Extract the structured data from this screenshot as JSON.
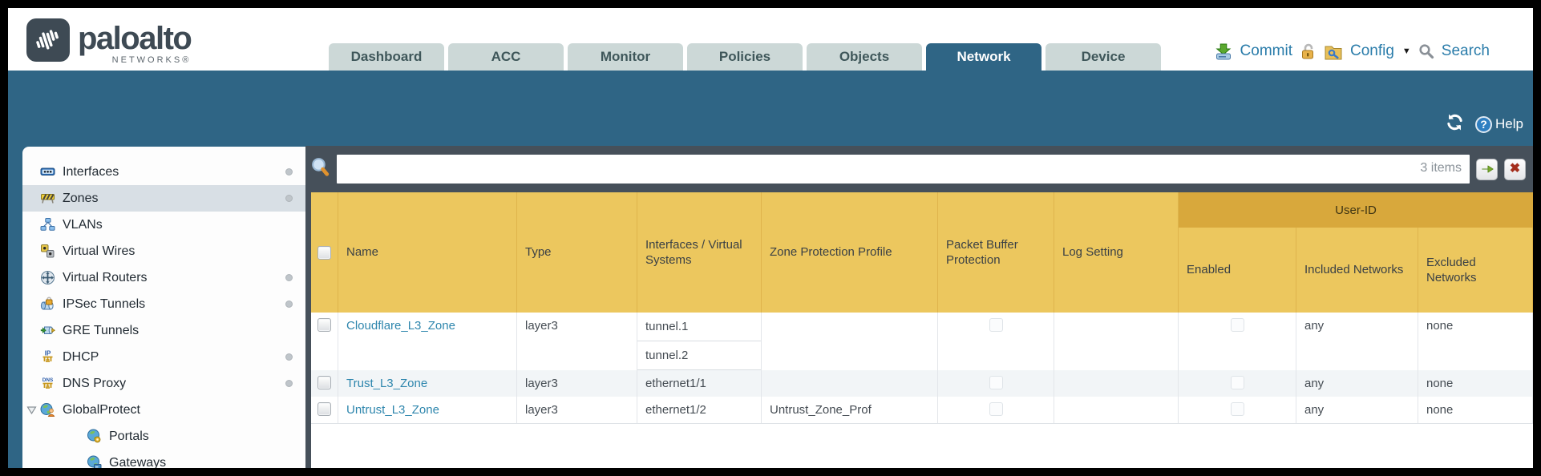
{
  "brand": {
    "name": "paloalto",
    "sub": "NETWORKS®"
  },
  "tabs": [
    {
      "label": "Dashboard",
      "active": false
    },
    {
      "label": "ACC",
      "active": false
    },
    {
      "label": "Monitor",
      "active": false
    },
    {
      "label": "Policies",
      "active": false
    },
    {
      "label": "Objects",
      "active": false
    },
    {
      "label": "Network",
      "active": true
    },
    {
      "label": "Device",
      "active": false
    }
  ],
  "toolbar": {
    "commit": "Commit",
    "config": "Config",
    "search": "Search"
  },
  "band": {
    "help": "Help"
  },
  "sidebar": {
    "items": [
      {
        "label": "Interfaces",
        "icon": "interfaces",
        "dot": true
      },
      {
        "label": "Zones",
        "icon": "zones",
        "dot": true,
        "selected": true
      },
      {
        "label": "VLANs",
        "icon": "vlans"
      },
      {
        "label": "Virtual Wires",
        "icon": "virtual-wires"
      },
      {
        "label": "Virtual Routers",
        "icon": "virtual-routers",
        "dot": true
      },
      {
        "label": "IPSec Tunnels",
        "icon": "ipsec-tunnels",
        "dot": true
      },
      {
        "label": "GRE Tunnels",
        "icon": "gre-tunnels"
      },
      {
        "label": "DHCP",
        "icon": "dhcp",
        "dot": true
      },
      {
        "label": "DNS Proxy",
        "icon": "dns-proxy",
        "dot": true
      },
      {
        "label": "GlobalProtect",
        "icon": "globalprotect",
        "expander": true
      },
      {
        "label": "Portals",
        "icon": "portals",
        "child": true
      },
      {
        "label": "Gateways",
        "icon": "gateways",
        "child": true
      }
    ]
  },
  "filter": {
    "value": "",
    "count": "3 items"
  },
  "table": {
    "group_header": "User-ID",
    "columns": [
      "Name",
      "Type",
      "Interfaces / Virtual Systems",
      "Zone Protection Profile",
      "Packet Buffer Protection",
      "Log Setting",
      "Enabled",
      "Included Networks",
      "Excluded Networks"
    ],
    "rows": [
      {
        "name": "Cloudflare_L3_Zone",
        "type": "layer3",
        "interfaces": [
          "tunnel.1",
          "tunnel.2"
        ],
        "zone_protection_profile": "",
        "log_setting": "",
        "included_networks": "any",
        "excluded_networks": "none"
      },
      {
        "name": "Trust_L3_Zone",
        "type": "layer3",
        "interfaces": [
          "ethernet1/1"
        ],
        "zone_protection_profile": "",
        "log_setting": "",
        "included_networks": "any",
        "excluded_networks": "none"
      },
      {
        "name": "Untrust_L3_Zone",
        "type": "layer3",
        "interfaces": [
          "ethernet1/2"
        ],
        "zone_protection_profile": "Untrust_Zone_Prof",
        "log_setting": "",
        "included_networks": "any",
        "excluded_networks": "none"
      }
    ]
  },
  "colors": {
    "teal": "#2f6585",
    "slate": "#46505a",
    "amber": "#ecc75e",
    "amber_dark": "#d8a83c",
    "link": "#2e86ad",
    "tab_bg": "#ccd8d7",
    "row_alt": "#f2f5f7"
  }
}
